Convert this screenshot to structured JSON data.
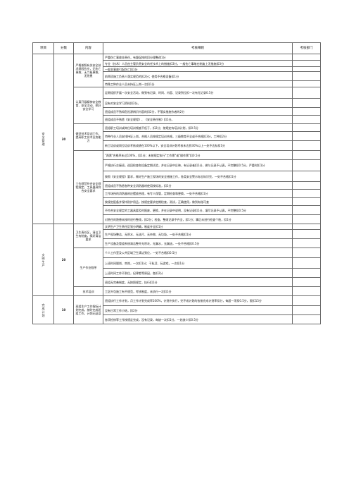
{
  "header": {
    "project": "项目",
    "score": "分数",
    "content": "内容",
    "rule": "考核细则",
    "dept": "考核部门"
  },
  "sections": [
    {
      "category": "安全管理",
      "score": "30",
      "groups": [
        {
          "content": "严格按照有关安全技术规程作业，无伤亡事故、无二级事故，无隐患",
          "rules": [
            "严重伤亡事故非责任，有督促按的扣分理整改1分",
            "专业（技术）人员由主管负责安全的任技术上的措施扣3分，一般伤亡事故在制度上无措施扣3分",
            "一般非事故引起伤亡扣1分",
            "前两项施工负责人落实规范的扣2分；使用不合格设备扣1分",
            "特殊工种作业人员未持证上岗一次扣1分"
          ]
        },
        {
          "content": "认真开展精神安全教育、安全活动、抓好安全学习",
          "rules": [
            "定期组织开展一次安全活动，做到有记录、时间、内容、记录到位扣一次有无记录0.5分",
            "没有对安全学习资料扣2分。",
            "班组成员不熟知危险源辨识内容的扣2分，不落实措施作者的2分",
            "班组成员不熟悉《安全规程》、《安全责任制》扣1分。"
          ]
        },
        {
          "content": "做好技术培训工作，提高职工技术业务能力",
          "rules": [
            "班组职工培训或岗位培训频度不低于，扣2分；按规定有培训计划，扣0.5分",
            "特种作业人员安排持证上岗，合格人员按规定培训合格，三级教育不全或不合格扣3分，工种扣2分",
            "新工培训或岗位培训考核成绩在100%以下，安全培训计划考核未达到30%以上一处不达标扣1分"
          ]
        },
        {
          "content": "工作规范符合安全规程规定，工具器具符合安全要求",
          "rules": [
            "\"两票\"合格率未达100%，扣1分；未按规定执行\"工作票\"或\"操作票\"扣0.5分",
            "严格执行交接班，巡回检查和设备定期试验，并在记录中反映，有记录者扣1分，做与记录不认真，不完整扣0.5分，严重时扣1分",
            "按照《安全规程》要求，做好生产施工现场的安全措施工作，各类安全警示标志标识完，一处不合格扣1分",
            "班组成员不熟悉各种安全消防器材使用按标准，扣1分",
            "工作场所的消防器材应摆放合理，有专人保管，定期检查和更换，一处不合格扣1分",
            "按规定配备并保持防护用品，按规定要求定期检查，测试，正确使用，做到有账可查",
            "不符合安全规定的工器具要及时报废，更换，并在记录中说明，没有记录扣1分，填写记录不认真，不完整扣0.5分",
            "对责任的隐患未按时进行整改，扣2分；检查，整改记录不齐全，扣1分；事后未进行检查个枪，扣1分"
          ]
        }
      ]
    },
    {
      "category": "文明生产",
      "score": "20",
      "groups": [
        {
          "content": "卫生责任区，清洁卫生有制度，搞好清洁要求",
          "rules": [
            "文明生产卫生责任区划分明确，制度齐全扣1分",
            "生产现场整洁、无积水、无油污、无杂物、无垃圾，一处不合格扣1分",
            "生产设备及管道系统清洁整齐无积灰，无漏水，无漏油，一处不合格扣0.5分"
          ]
        },
        {
          "content": "生产作业秩序",
          "rules": [
            "个人工作室及公共区域卫生清洁到位，一处不合格扣0.5分",
            "上班时间脱岗、串岗，一次扣1分；干私活、玩游戏，一次扣1分",
            "上班时间工作不到位，纪律差等原因，各扣2分",
            "班组无完善制度，无按照规定，执行扣1分"
          ]
        },
        {
          "content": "技术培训",
          "rules": [
            "工区外包施工有不规范，考核制度，未执行一次扣1分"
          ]
        }
      ]
    },
    {
      "category": "完成计划",
      "score": "10",
      "groups": [
        {
          "content": "班组生产工作指标计划完成，按时完成班组工作，计划无延误",
          "rules": [
            "班组执行工作计划，月工作计划完成率100%，计划外执行，完不成计划的各按完成计划率扣分，每超一项扣0.5分，限扣15分",
            "没有日常工作小结，扣2分",
            "各项检修等工作按规定完成，没有记录，每缺一次扣1分，一处缺少扣0.5分"
          ]
        }
      ]
    }
  ]
}
